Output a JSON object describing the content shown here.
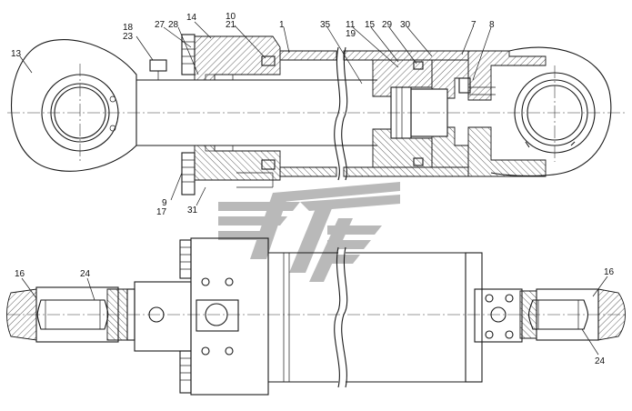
{
  "drawing": {
    "part_labels": [
      "1",
      "7",
      "8",
      "9",
      "10",
      "11",
      "13",
      "14",
      "15",
      "16",
      "17",
      "18",
      "19",
      "21",
      "23",
      "24",
      "27",
      "28",
      "29",
      "30",
      "31",
      "35"
    ],
    "label_pairs": [
      {
        "top": "18",
        "bottom": "23"
      },
      {
        "top": "10",
        "bottom": "21"
      },
      {
        "top": "11",
        "bottom": "19"
      },
      {
        "top": "9",
        "bottom": "17"
      }
    ]
  },
  "labels": {
    "l13": "13",
    "l18": "18",
    "l23": "23",
    "l27": "27",
    "l28": "28",
    "l14": "14",
    "l10": "10",
    "l21": "21",
    "l1": "1",
    "l35": "35",
    "l11": "11",
    "l19": "19",
    "l15": "15",
    "l29": "29",
    "l30": "30",
    "l7": "7",
    "l8": "8",
    "l9": "9",
    "l17": "17",
    "l31": "31",
    "l16a": "16",
    "l24a": "24",
    "l16b": "16",
    "l24b": "24"
  },
  "colors": {
    "line": "#1a1a1a",
    "watermark": "#b9b9b9",
    "background": "#ffffff"
  }
}
